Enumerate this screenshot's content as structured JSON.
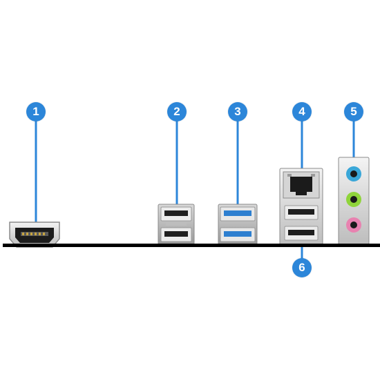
{
  "colors": {
    "callout": "#2c86d9",
    "leader": "#2c86d9",
    "baseline": "#000000",
    "usb2_tongue": "#1f1f1f",
    "usb3_tongue": "#2d7fd0",
    "audio_line_in": "#3aa7d8",
    "audio_line_out": "#8fd43a",
    "audio_mic": "#e882b0"
  },
  "callouts": [
    {
      "label": "1",
      "port": "hdmi-port"
    },
    {
      "label": "2",
      "port": "usb2-ports"
    },
    {
      "label": "3",
      "port": "usb3-ports"
    },
    {
      "label": "4",
      "port": "lan-port"
    },
    {
      "label": "5",
      "port": "audio-jacks"
    },
    {
      "label": "6",
      "port": "usb2-lan-stack"
    }
  ]
}
